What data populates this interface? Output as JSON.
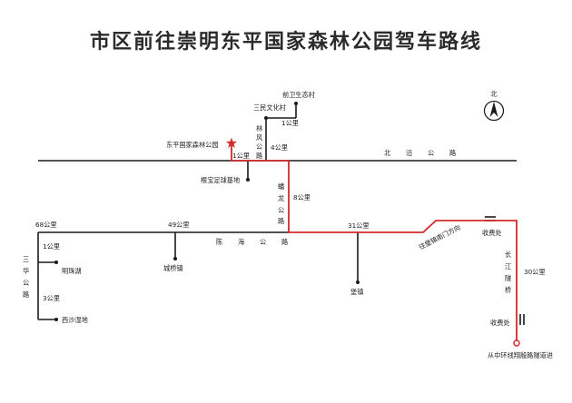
{
  "title": "市区前往崇明东平国家森林公园驾车路线",
  "compass": "北",
  "roads": {
    "north_coast": [
      "北",
      "沿",
      "公",
      "路"
    ],
    "chenhai": [
      "陈",
      "海",
      "公",
      "路"
    ],
    "panlong": [
      "蟠",
      "龙",
      "公",
      "路"
    ],
    "linfeng": [
      "林",
      "风",
      "公",
      "路"
    ],
    "sanhua": [
      "三",
      "华",
      "公",
      "路"
    ],
    "changjiang": [
      "长",
      "江",
      "隧",
      "桥"
    ]
  },
  "places": {
    "qianwei": "前卫生态村",
    "sanmin": "三民文化村",
    "dongping": "东平国家森林公园",
    "gengbao": "根宝足球基地",
    "chengqiao": "城桥镇",
    "mingzhu": "明珠湖",
    "xisha": "西沙湿地",
    "baozhen": "堡镇",
    "toll_upper": "收费处",
    "toll_lower": "收费处",
    "toward_south_gate": "往堡镇南门方向",
    "origin": "从中环线翔殷路隧道进"
  },
  "distances": {
    "d_1_park": "1公里",
    "d_1_village": "1公里",
    "d_4": "4公里",
    "d_8": "8公里",
    "d_49": "49公里",
    "d_68": "68公里",
    "d_31": "31公里",
    "d_30": "30公里",
    "d_1_lake": "1公里",
    "d_3_wetland": "3公里"
  },
  "colors": {
    "route": "#d42a2a",
    "road": "#1a1a1a",
    "star": "#d42a2a"
  }
}
